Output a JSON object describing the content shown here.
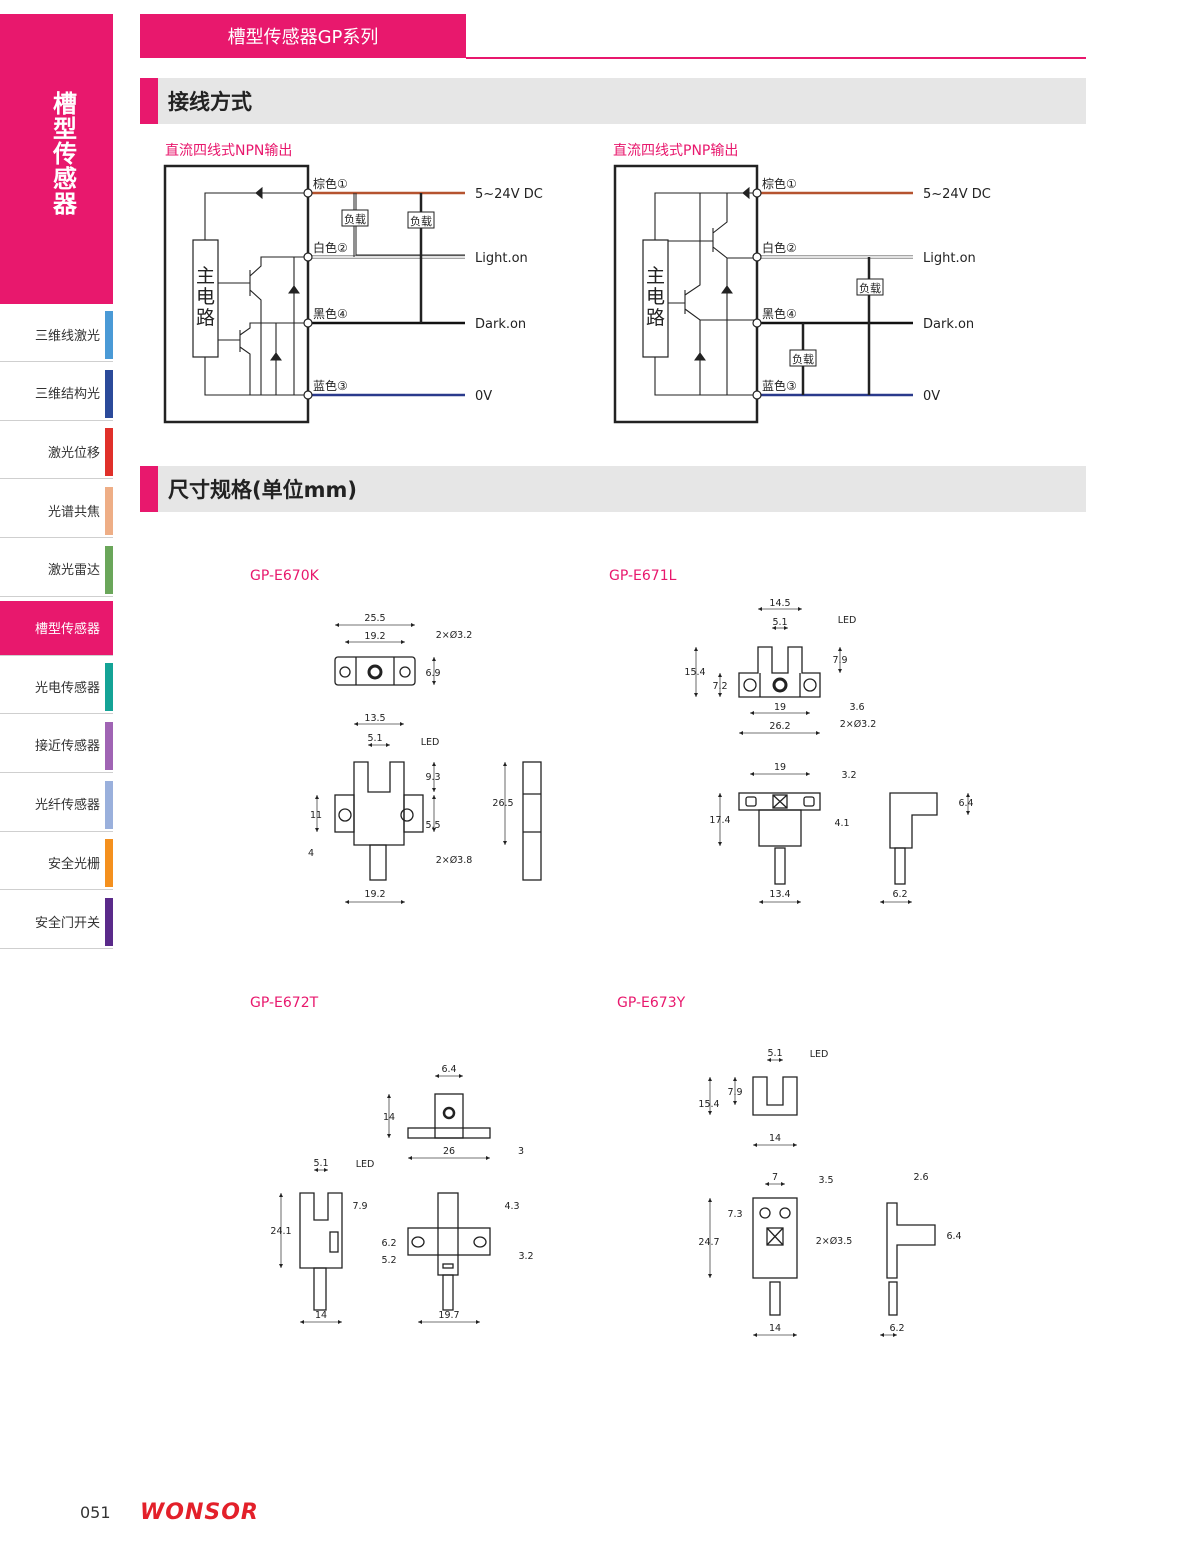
{
  "header": {
    "title": "槽型传感器GP系列"
  },
  "sidebar": {
    "category_title": "槽型传感器",
    "items": [
      {
        "label": "三维线激光",
        "color": "#4a9ad6"
      },
      {
        "label": "三维结构光",
        "color": "#2b4a9a"
      },
      {
        "label": "激光位移",
        "color": "#e0302a"
      },
      {
        "label": "光谱共焦",
        "color": "#eeae86"
      },
      {
        "label": "激光雷达",
        "color": "#6aa65a"
      },
      {
        "label": "槽型传感器",
        "color": "#e8186d",
        "active": true
      },
      {
        "label": "光电传感器",
        "color": "#14a396"
      },
      {
        "label": "接近传感器",
        "color": "#a064b4"
      },
      {
        "label": "光纤传感器",
        "color": "#9ab0dc"
      },
      {
        "label": "安全光栅",
        "color": "#f4901e"
      },
      {
        "label": "安全门开关",
        "color": "#5a2a8a"
      }
    ]
  },
  "sections": {
    "wiring": "接线方式",
    "dimensions": "尺寸规格(单位mm)"
  },
  "wiring": {
    "npn": {
      "title": "直流四线式NPN输出"
    },
    "pnp": {
      "title": "直流四线式PNP输出"
    },
    "main_circuit": "主电路",
    "load": "负载",
    "wires": [
      {
        "label": "棕色①",
        "signal": "5~24V DC",
        "color": "#b5532f"
      },
      {
        "label": "白色②",
        "signal": "Light.on",
        "color": "#ffffff"
      },
      {
        "label": "黑色④",
        "signal": "Dark.on",
        "color": "#111111"
      },
      {
        "label": "蓝色③",
        "signal": "0V",
        "color": "#2a3a8c"
      }
    ]
  },
  "drawings": {
    "e670k": {
      "model": "GP-E670K",
      "dims": [
        "25.5",
        "19.2",
        "2×Ø3.2",
        "6.9",
        "13.5",
        "5.1",
        "LED",
        "9.3",
        "5.5",
        "11",
        "4",
        "2×Ø3.8",
        "19.2",
        "26.5"
      ]
    },
    "e671l": {
      "model": "GP-E671L",
      "dims": [
        "14.5",
        "5.1",
        "LED",
        "15.4",
        "7.2",
        "7.9",
        "3.6",
        "2×Ø3.2",
        "19",
        "26.2",
        "19",
        "3.2",
        "17.4",
        "4.1",
        "13.4",
        "6.4",
        "6.2"
      ]
    },
    "e672t": {
      "model": "GP-E672T",
      "dims": [
        "6.4",
        "14",
        "26",
        "3",
        "5.1",
        "LED",
        "7.9",
        "24.1",
        "14",
        "4.3",
        "6.2",
        "5.2",
        "3.2",
        "19.7"
      ]
    },
    "e673y": {
      "model": "GP-E673Y",
      "dims": [
        "5.1",
        "LED",
        "7.9",
        "15.4",
        "14",
        "7",
        "3.5",
        "7.3",
        "24.7",
        "2×Ø3.5",
        "14",
        "2.6",
        "6.4",
        "6.2"
      ]
    }
  },
  "footer": {
    "page": "051",
    "logo": "WONSOR"
  },
  "colors": {
    "brand": "#e8186d",
    "section_bg": "#e6e6e6",
    "logo": "#e3202a"
  }
}
